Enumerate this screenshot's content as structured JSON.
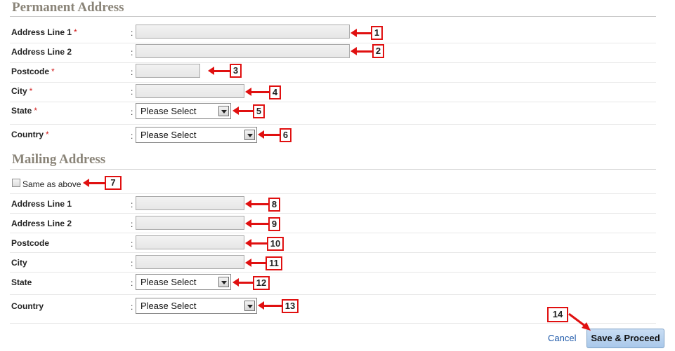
{
  "permanent": {
    "title": "Permanent Address",
    "address1_label": "Address Line 1",
    "address2_label": "Address Line 2",
    "postcode_label": "Postcode",
    "city_label": "City",
    "state_label": "State",
    "country_label": "Country",
    "required_mark": "*",
    "state_value": "Please Select",
    "country_value": "Please Select"
  },
  "mailing": {
    "title": "Mailing Address",
    "same_as_above_label": "Same as above",
    "address1_label": "Address Line 1",
    "address2_label": "Address Line 2",
    "postcode_label": "Postcode",
    "city_label": "City",
    "state_label": "State",
    "country_label": "Country",
    "state_value": "Please Select",
    "country_value": "Please Select"
  },
  "colon": ":",
  "callouts": [
    "1",
    "2",
    "3",
    "4",
    "5",
    "6",
    "7",
    "8",
    "9",
    "10",
    "11",
    "12",
    "13",
    "14"
  ],
  "actions": {
    "cancel_label": "Cancel",
    "save_label": "Save & Proceed"
  },
  "colors": {
    "callout_red": "#e01010",
    "required_red": "#d21f1f",
    "section_title": "#8a8478",
    "link_blue": "#1a56a8",
    "save_button": "#b9d3ef"
  }
}
